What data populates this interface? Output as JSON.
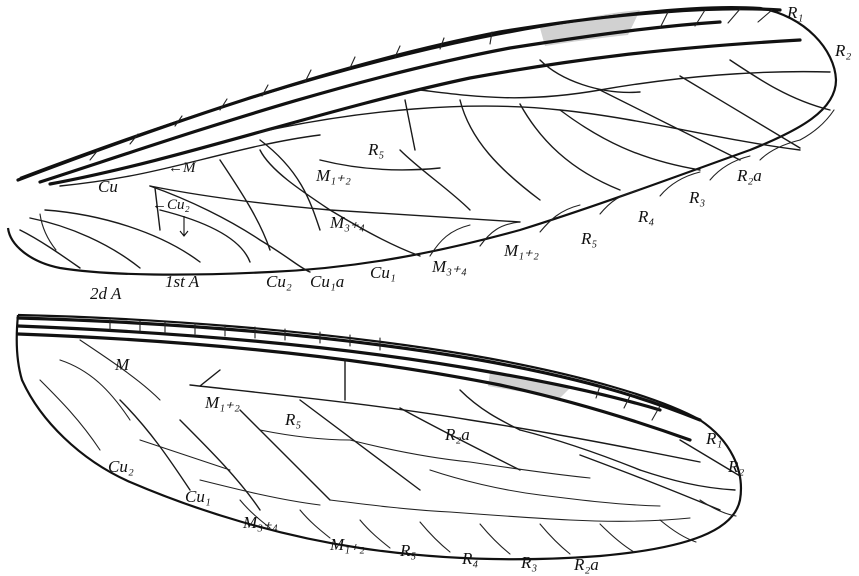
{
  "forewing": {
    "labels": {
      "r1": "R₁",
      "r2": "R₂",
      "r2a": "R₂a",
      "r3": "R₃",
      "r4": "R₄",
      "r5_margin": "R₅",
      "m12_margin": "M₁₊₂",
      "m34_margin": "M₃₊₄",
      "cu1_margin": "Cu₁",
      "cu1a": "Cu₁a",
      "cu2_margin": "Cu₂",
      "first_a": "1st A",
      "second_a": "2d A",
      "r5_inner": "R₅",
      "m12_inner": "M₁₊₂",
      "m34_inner": "M₃₊₄",
      "m_base": "←M",
      "cu_base": "Cu",
      "cu2_base": "←Cu₂"
    }
  },
  "hindwing": {
    "labels": {
      "r1": "R₁",
      "r2": "R₂",
      "r2a_inner": "R₂a",
      "r5_inner": "R₅",
      "m12_inner": "M₁₊₂",
      "m_base": "M",
      "cu2": "Cu₂",
      "cu1": "Cu₁",
      "m34": "M₃₊₄",
      "m12_margin": "M₁₊₂",
      "r5_margin": "R₅",
      "r4": "R₄",
      "r3": "R₃",
      "r2a_margin": "R₂a"
    }
  }
}
